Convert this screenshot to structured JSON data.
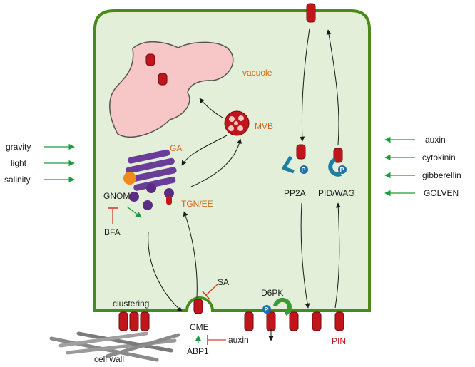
{
  "labels": {
    "vacuole": "vacuole",
    "mvb": "MVB",
    "ga": "GA",
    "tgn_ee": "TGN/EE",
    "gnom": "GNOM",
    "bfa": "BFA",
    "sa": "SA",
    "cme": "CME",
    "abp1": "ABP1",
    "auxin_cme": "auxin",
    "clustering": "clustering",
    "cell_wall": "cell wall",
    "d6pk": "D6PK",
    "pp2a": "PP2A",
    "pid_wag": "PID/WAG",
    "pin": "PIN",
    "phospho_p": "P"
  },
  "left_signals": [
    "gravity",
    "light",
    "salinity"
  ],
  "right_signals": [
    "auxin",
    "cytokinin",
    "gibberellin",
    "GOLVEN"
  ],
  "colors": {
    "cell_fill": "#e3efd9",
    "cell_border": "#4a8a1c",
    "vacuole": "#f7c7c7",
    "pin_red": "#c0161b",
    "golgi_purple": "#6a3d9a",
    "vesicle_purple": "#5b2d82",
    "phosphate_blue": "#1f6fa8",
    "kinase_teal": "#1f7fa0",
    "d6pk_green": "#3c9a35",
    "arrow_green": "#1e9b3a",
    "inhibit_red": "#d93a2b",
    "label_orange": "#d2691e",
    "gnom_orange": "#f08a1c"
  }
}
